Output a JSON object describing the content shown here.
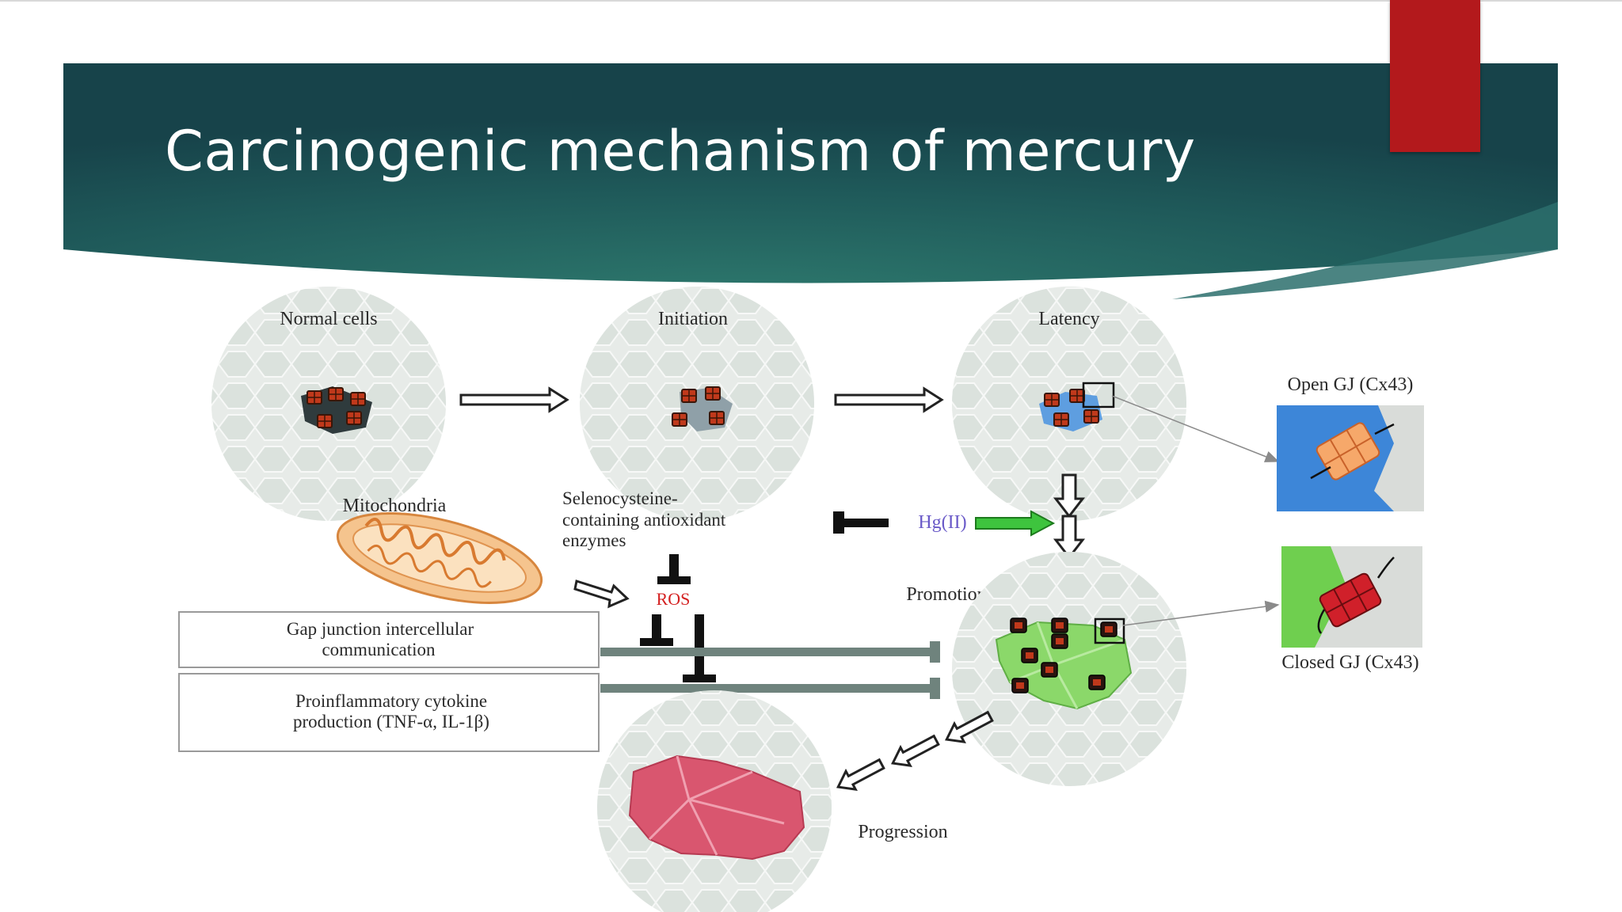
{
  "slide": {
    "title": "Carcinogenic mechanism of mercury"
  },
  "diagram": {
    "stages": {
      "normal": "Normal cells",
      "initiation": "Initiation",
      "latency": "Latency",
      "promotion": "Promotion",
      "progression": "Progression"
    },
    "open_gj": "Open GJ (Cx43)",
    "closed_gj": "Closed GJ (Cx43)",
    "mitochondria": "Mitochondria",
    "selenocysteine": [
      "Selenocysteine-",
      "containing antioxidant",
      "enzymes"
    ],
    "hg": "Hg(II)",
    "ros": "ROS",
    "gap_junction_box": [
      "Gap junction intercellular",
      "communication"
    ],
    "cytokine_box": [
      "Proinflammatory cytokine",
      "production (TNF-α, IL-1β)"
    ]
  },
  "colors": {
    "header_dark": "#17434a",
    "header_light": "#2e7a6e",
    "accent_red": "#b3191c",
    "ros_red": "#d42020",
    "hg_purple": "#6a5ac8",
    "green_arrow": "#3ec43e",
    "inhibition_bar": "#6f837d"
  }
}
